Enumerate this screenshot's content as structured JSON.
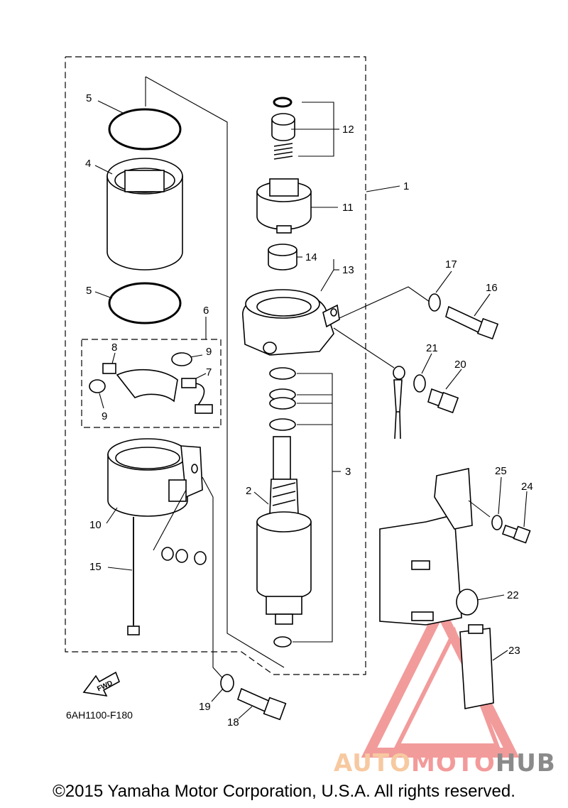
{
  "diagram_code": "6AH1100-F180",
  "fwd_label": "FWD",
  "copyright": "©2015 Yamaha Motor Corporation, U.S.A. All rights reserved.",
  "watermark": {
    "part1": "AUTO",
    "part2": "MOTO",
    "part3": "HUB"
  },
  "callouts": [
    "1",
    "2",
    "3",
    "4",
    "5",
    "5",
    "6",
    "7",
    "8",
    "9",
    "9",
    "10",
    "11",
    "12",
    "13",
    "14",
    "15",
    "16",
    "17",
    "18",
    "19",
    "20",
    "21",
    "22",
    "23",
    "24",
    "25"
  ],
  "colors": {
    "watermark_red": "#e84a4a",
    "watermark_yellow": "#f6b35c",
    "watermark_grey": "#8a8a8a"
  }
}
